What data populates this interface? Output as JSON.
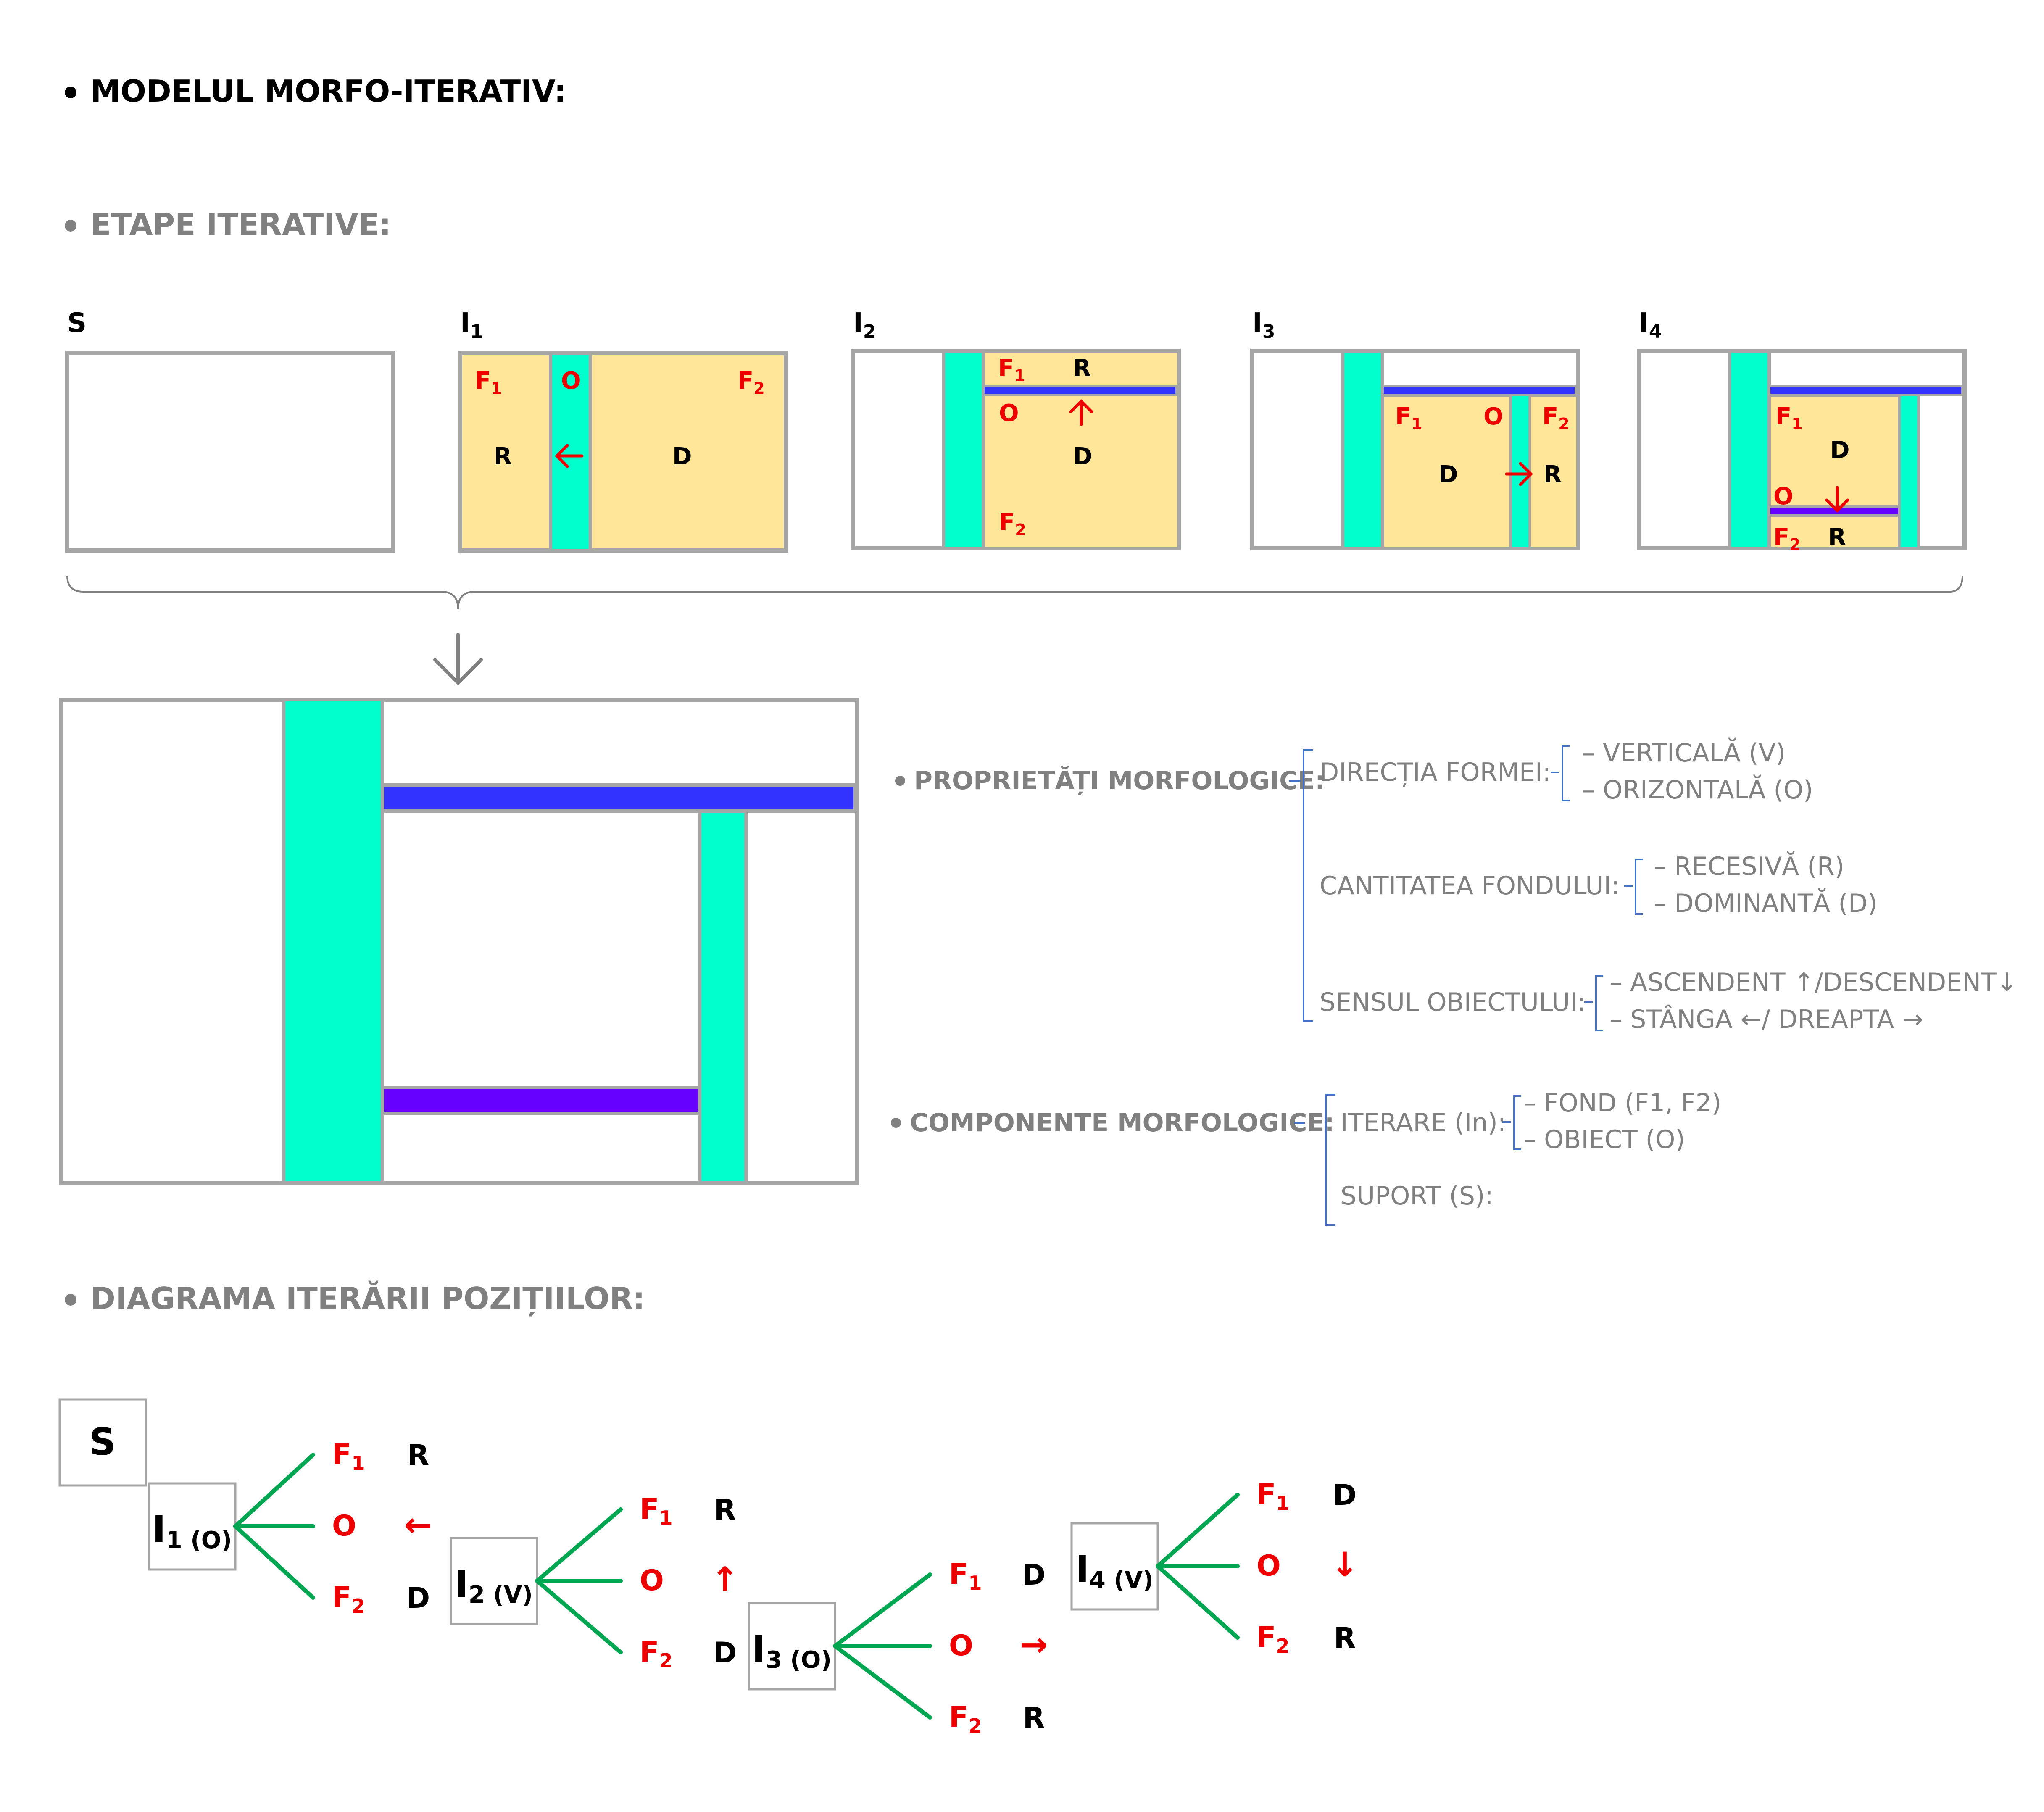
{
  "title": "MODELUL MORFO-ITERATIV:",
  "section_stages": "ETAPE ITERATIVE:",
  "section_diagram": "DIAGRAMA ITERĂRII POZIȚIILOR:",
  "colors": {
    "frame": "#a6a6a6",
    "fill": "#ffe699",
    "vertical": "#00ffcc",
    "horizontal": "#3333ff",
    "horizontal2": "#6600ff",
    "red": "#ee0000",
    "green": "#00a651",
    "gray": "#808080",
    "blue_brace": "#4472c4"
  },
  "stages": {
    "labels": [
      "S",
      "I",
      "I",
      "I",
      "I"
    ],
    "subs": [
      "",
      "1",
      "2",
      "3",
      "4"
    ],
    "f": "F",
    "o": "O",
    "r": "R",
    "d": "D",
    "s1": "1",
    "s2": "2"
  },
  "properties": {
    "heading": "PROPRIETĂȚI MORFOLOGICE:",
    "groups": [
      {
        "label": "DIRECȚIA FORMEI:",
        "items": [
          "– VERTICALĂ (V)",
          "– ORIZONTALĂ (O)"
        ]
      },
      {
        "label": "CANTITATEA FONDULUI:",
        "items": [
          "– RECESIVĂ (R)",
          "– DOMINANTĂ (D)"
        ]
      },
      {
        "label": "SENSUL OBIECTULUI:",
        "items": [
          "– ASCENDENT ↑/DESCENDENT↓",
          "– STÂNGA ←/ DREAPTA →"
        ]
      }
    ]
  },
  "components": {
    "heading": "COMPONENTE MORFOLOGICE:",
    "iterare_label": "ITERARE (In):",
    "items": [
      "– FOND (F1, F2)",
      "– OBIECT (O)"
    ],
    "suport_label": "SUPORT (S):"
  },
  "tree": {
    "start": "S",
    "nodes": [
      {
        "label": "I",
        "sub": "1 (O)",
        "branches": [
          {
            "f": "F",
            "s": "1",
            "val": "R"
          },
          {
            "f": "O",
            "s": "",
            "val": "←"
          },
          {
            "f": "F",
            "s": "2",
            "val": "D"
          }
        ]
      },
      {
        "label": "I",
        "sub": "2 (V)",
        "branches": [
          {
            "f": "F",
            "s": "1",
            "val": "R"
          },
          {
            "f": "O",
            "s": "",
            "val": "↑"
          },
          {
            "f": "F",
            "s": "2",
            "val": "D"
          }
        ]
      },
      {
        "label": "I",
        "sub": "3 (O)",
        "branches": [
          {
            "f": "F",
            "s": "1",
            "val": "D"
          },
          {
            "f": "O",
            "s": "",
            "val": "→"
          },
          {
            "f": "F",
            "s": "2",
            "val": "R"
          }
        ]
      },
      {
        "label": "I",
        "sub": "4 (V)",
        "branches": [
          {
            "f": "F",
            "s": "1",
            "val": "D"
          },
          {
            "f": "O",
            "s": "",
            "val": "↓"
          },
          {
            "f": "F",
            "s": "2",
            "val": "R"
          }
        ]
      }
    ]
  }
}
